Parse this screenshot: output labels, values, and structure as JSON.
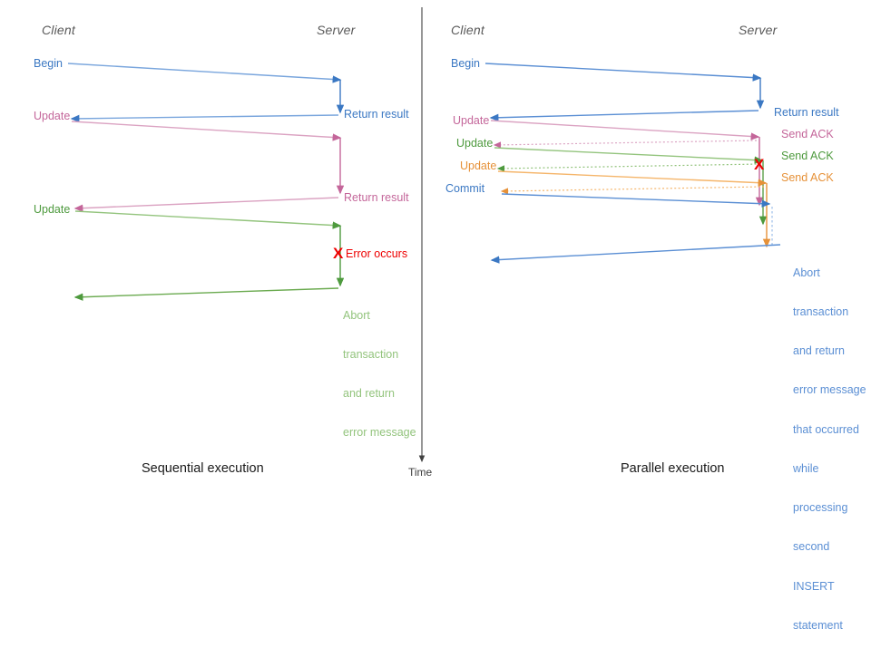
{
  "figure": {
    "title_implied": "Sequential vs parallel transaction execution sequence diagram",
    "time_axis": {
      "label": "Time",
      "color": "#404040"
    },
    "divider_color": "#404040",
    "background": "#ffffff",
    "palette": {
      "blue": "#3b78c3",
      "blue_light": "#7aa6dd",
      "pink": "#c4669a",
      "pink_light": "#dba3c2",
      "green": "#4e9a3e",
      "green_light": "#93c47d",
      "orange": "#e69138",
      "orange_light": "#f5b56a",
      "red": "#ee0000",
      "gray": "#595959"
    }
  },
  "panels": [
    {
      "id": "sequential",
      "caption": "Sequential execution",
      "client_label": "Client",
      "server_label": "Server",
      "client_messages": [
        {
          "text": "Begin",
          "color": "#3b78c3"
        },
        {
          "text": "Update",
          "color": "#c4669a"
        },
        {
          "text": "Update",
          "color": "#4e9a3e"
        }
      ],
      "server_messages": [
        {
          "text": "Return result",
          "color": "#3b78c3"
        },
        {
          "text": "Return result",
          "color": "#c4669a"
        },
        {
          "text": "Error occurs",
          "color": "#ee0000",
          "marker": "x-mark"
        }
      ],
      "server_block": {
        "color": "#93c47d",
        "lines": [
          "Abort",
          "transaction",
          "and return",
          "error message"
        ]
      }
    },
    {
      "id": "parallel",
      "caption": "Parallel execution",
      "client_label": "Client",
      "server_label": "Server",
      "client_messages": [
        {
          "text": "Begin",
          "color": "#3b78c3"
        },
        {
          "text": "Update",
          "color": "#c4669a"
        },
        {
          "text": "Update",
          "color": "#4e9a3e"
        },
        {
          "text": "Update",
          "color": "#e69138"
        },
        {
          "text": "Commit",
          "color": "#3b78c3"
        }
      ],
      "server_messages": [
        {
          "text": "Return result",
          "color": "#3b78c3"
        },
        {
          "text": "Send ACK",
          "color": "#c4669a"
        },
        {
          "text": "Send ACK",
          "color": "#4e9a3e"
        },
        {
          "text": "Send ACK",
          "color": "#e69138"
        }
      ],
      "error_marker": {
        "text": "",
        "glyph": "X",
        "color": "#ee0000"
      },
      "server_block": {
        "color": "#5b8fd4",
        "lines": [
          "Abort",
          "transaction",
          "and return",
          "error message",
          "that occurred",
          "while",
          "processing",
          "second",
          "INSERT",
          "statement"
        ]
      }
    }
  ]
}
